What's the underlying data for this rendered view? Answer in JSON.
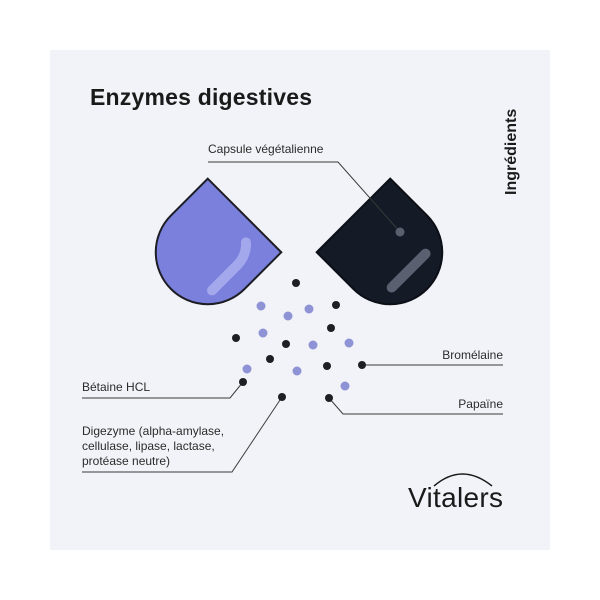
{
  "title": "Enzymes digestives",
  "side_label": "Ingrédients",
  "labels": {
    "capsule": "Capsule végétalienne",
    "bromelaine": "Bromélaine",
    "betaine": "Bétaine HCL",
    "papaine": "Papaïne",
    "digezyme_line1": "Digezyme (alpha-amylase,",
    "digezyme_line2": "cellulase, lipase, lactase,",
    "digezyme_line3": "protéase neutre)"
  },
  "brand": "Vitalers",
  "colors": {
    "panel": "#f2f3f8",
    "capsule_left": "#7a80dc",
    "capsule_right": "#141a26",
    "dot_dark": "#1e1e24",
    "dot_light": "#8e93d6",
    "line": "#3a3a3a"
  }
}
